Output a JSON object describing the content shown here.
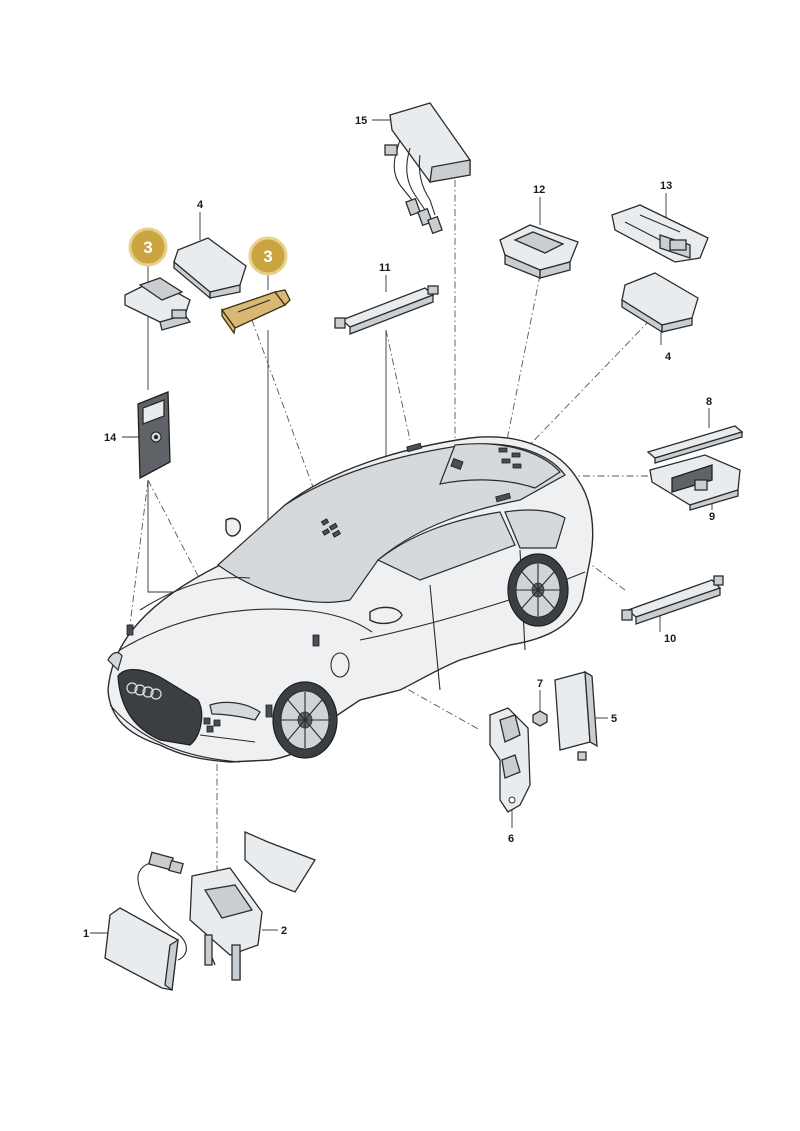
{
  "labels": {
    "p1": "1",
    "p2": "2",
    "p3a": "3",
    "p3b": "3",
    "p4a": "4",
    "p4b": "4",
    "p5": "5",
    "p6": "6",
    "p7": "7",
    "p8": "8",
    "p9": "9",
    "p10": "10",
    "p11": "11",
    "p12": "12",
    "p13": "13",
    "p14": "14",
    "p15": "15"
  },
  "colors": {
    "badge": "#c9a441",
    "badge_ring": "#e7d08a",
    "highlight_part": "#d8b872"
  },
  "icons": {
    "badge": "circle-number-badge"
  }
}
